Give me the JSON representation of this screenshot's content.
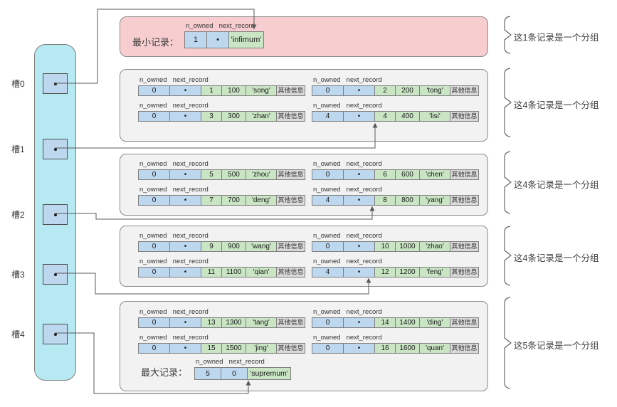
{
  "labels": {
    "n_owned": "n_owned",
    "next_record": "next_record"
  },
  "slots": [
    {
      "label": "槽0"
    },
    {
      "label": "槽1"
    },
    {
      "label": "槽2"
    },
    {
      "label": "槽3"
    },
    {
      "label": "槽4"
    }
  ],
  "infimum": {
    "row_label": "最小记录：",
    "record": {
      "n_owned": "1",
      "next_record": "•",
      "name": "'infimum'"
    },
    "brace_label": "这1条记录是一个分组"
  },
  "groups": [
    {
      "brace_label": "这4条记录是一个分组",
      "records": [
        {
          "n_owned": "0",
          "next_record": "•",
          "id": "1",
          "key": "100",
          "name": "'song'",
          "extra": "其他信息"
        },
        {
          "n_owned": "0",
          "next_record": "•",
          "id": "2",
          "key": "200",
          "name": "'tong'",
          "extra": "其他信息"
        },
        {
          "n_owned": "0",
          "next_record": "•",
          "id": "3",
          "key": "300",
          "name": "'zhan'",
          "extra": "其他信息"
        },
        {
          "n_owned": "4",
          "next_record": "•",
          "id": "4",
          "key": "400",
          "name": "'lisi'",
          "extra": "其他信息"
        }
      ]
    },
    {
      "brace_label": "这4条记录是一个分组",
      "records": [
        {
          "n_owned": "0",
          "next_record": "•",
          "id": "5",
          "key": "500",
          "name": "'zhou'",
          "extra": "其他信息"
        },
        {
          "n_owned": "0",
          "next_record": "•",
          "id": "6",
          "key": "600",
          "name": "'chen'",
          "extra": "其他信息"
        },
        {
          "n_owned": "0",
          "next_record": "•",
          "id": "7",
          "key": "700",
          "name": "'deng'",
          "extra": "其他信息"
        },
        {
          "n_owned": "4",
          "next_record": "•",
          "id": "8",
          "key": "800",
          "name": "'yang'",
          "extra": "其他信息"
        }
      ]
    },
    {
      "brace_label": "这4条记录是一个分组",
      "records": [
        {
          "n_owned": "0",
          "next_record": "•",
          "id": "9",
          "key": "900",
          "name": "'wang'",
          "extra": "其他信息"
        },
        {
          "n_owned": "0",
          "next_record": "•",
          "id": "10",
          "key": "1000",
          "name": "'zhao'",
          "extra": "其他信息"
        },
        {
          "n_owned": "0",
          "next_record": "•",
          "id": "11",
          "key": "1100",
          "name": "'qian'",
          "extra": "其他信息"
        },
        {
          "n_owned": "4",
          "next_record": "•",
          "id": "12",
          "key": "1200",
          "name": "'feng'",
          "extra": "其他信息"
        }
      ]
    },
    {
      "brace_label": "这5条记录是一个分组",
      "records": [
        {
          "n_owned": "0",
          "next_record": "•",
          "id": "13",
          "key": "1300",
          "name": "'tang'",
          "extra": "其他信息"
        },
        {
          "n_owned": "0",
          "next_record": "•",
          "id": "14",
          "key": "1400",
          "name": "'ding'",
          "extra": "其他信息"
        },
        {
          "n_owned": "0",
          "next_record": "•",
          "id": "15",
          "key": "1500",
          "name": "'jing'",
          "extra": "其他信息"
        },
        {
          "n_owned": "0",
          "next_record": "•",
          "id": "16",
          "key": "1600",
          "name": "'quan'",
          "extra": "其他信息"
        }
      ]
    }
  ],
  "supremum": {
    "row_label": "最大记录：",
    "record": {
      "n_owned": "5",
      "next_record": "0",
      "name": "'supremum'"
    }
  },
  "colors": {
    "slot_rail": "#b6e9f2",
    "cell_blue": "#bdd7ee",
    "cell_green": "#c9e5c4",
    "cell_gray": "#d9d9d9",
    "infimum_bg": "#f8cdd0",
    "group_bg": "#f2f2f2",
    "line": "#595959"
  }
}
